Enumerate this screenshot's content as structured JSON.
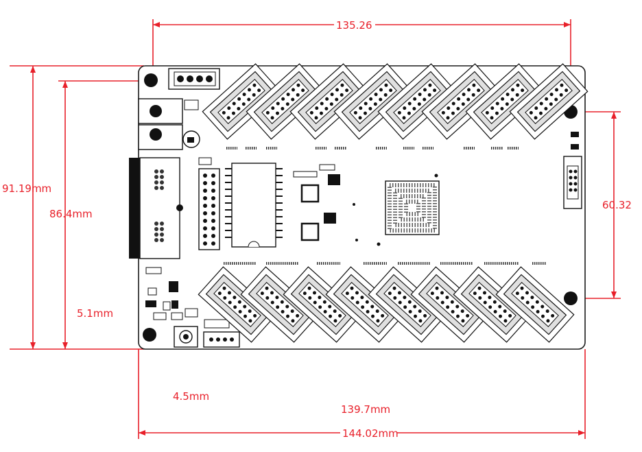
{
  "colors": {
    "dimension": "#e8202a",
    "outline": "#1a1a1a",
    "board": "#ffffff",
    "connector": "#d9d9d9"
  },
  "dimensions": {
    "top_width": "135.26",
    "right_height": "60.32",
    "left_outer_height": "91.19mm",
    "left_inner_height": "86.4mm",
    "left_offset": "5.1mm",
    "bottom_offset": "4.5mm",
    "bottom_inner_width": "139.7mm",
    "bottom_outer_width": "144.02mm"
  },
  "board": {
    "top_connector_count": 8,
    "bottom_connector_count": 8,
    "mounting_hole_count": 4,
    "icons": [
      "mounting-hole-icon",
      "ethernet-port-icon",
      "idc-connector-icon",
      "bga-chip-icon",
      "reset-button-icon"
    ]
  }
}
